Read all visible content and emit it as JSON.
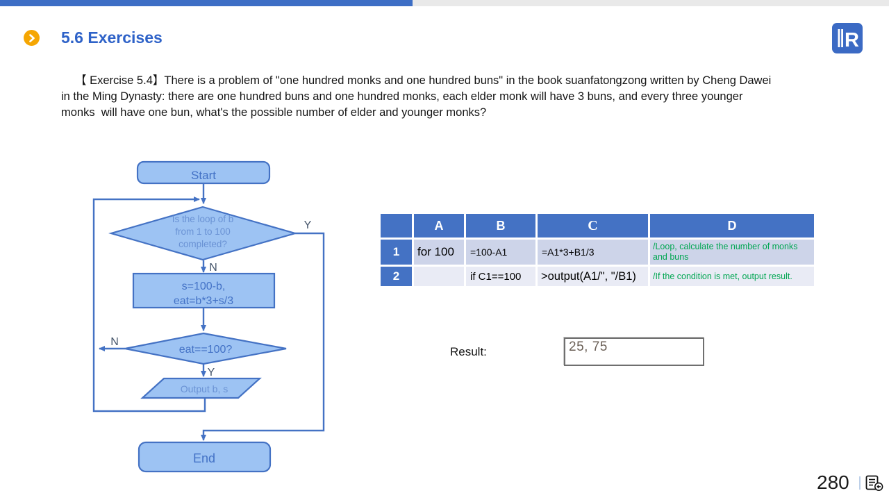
{
  "header": {
    "title": "5.6 Exercises",
    "logo_letter": "R"
  },
  "exercise": {
    "line1": "【 Exercise 5.4】There is a problem of \"one hundred monks and one hundred buns\" in the book suanfatongzong written by Cheng Dawei",
    "line2": "in the Ming Dynasty: there are one hundred buns and one hundred monks, each elder monk will have 3 buns, and every three younger",
    "line3": "monks  will have one bun, what's the possible number of elder and younger monks?"
  },
  "flowchart": {
    "start": "Start",
    "decision1": {
      "line1": "Is the loop of b",
      "line2": "from 1 to 100",
      "line3": "completed?"
    },
    "process": {
      "line1": "s=100-b,",
      "line2": "eat=b*3+s/3"
    },
    "decision2": "eat==100?",
    "output": "Output b, s",
    "end": "End",
    "labels": {
      "d1_yes": "Y",
      "d1_no": "N",
      "d2_no": "N",
      "d2_yes": "Y"
    }
  },
  "table": {
    "columns": [
      "A",
      "B",
      "C",
      "D"
    ],
    "rows": [
      {
        "label": "1",
        "a": "for 100",
        "b": "=100-A1",
        "c": "=A1*3+B1/3",
        "d": "/Loop, calculate the number of monks and buns"
      },
      {
        "label": "2",
        "a": "",
        "b": "if C1==100",
        "c": ">output(A1/\", \"/B1)",
        "d": "/If the condition is met, output result."
      }
    ]
  },
  "result": {
    "label": "Result:",
    "value": "25, 75"
  },
  "footer": {
    "page": "280"
  },
  "colors": {
    "accent_blue": "#4472C4",
    "topbar_blue": "#3D6EC5",
    "title_blue": "#2E62C8",
    "orange": "#F5A602",
    "shape_fill": "#9DC3F3",
    "comment_green": "#00A651",
    "table_row1": "#CDD4E9",
    "table_row2": "#E9EBF5"
  }
}
